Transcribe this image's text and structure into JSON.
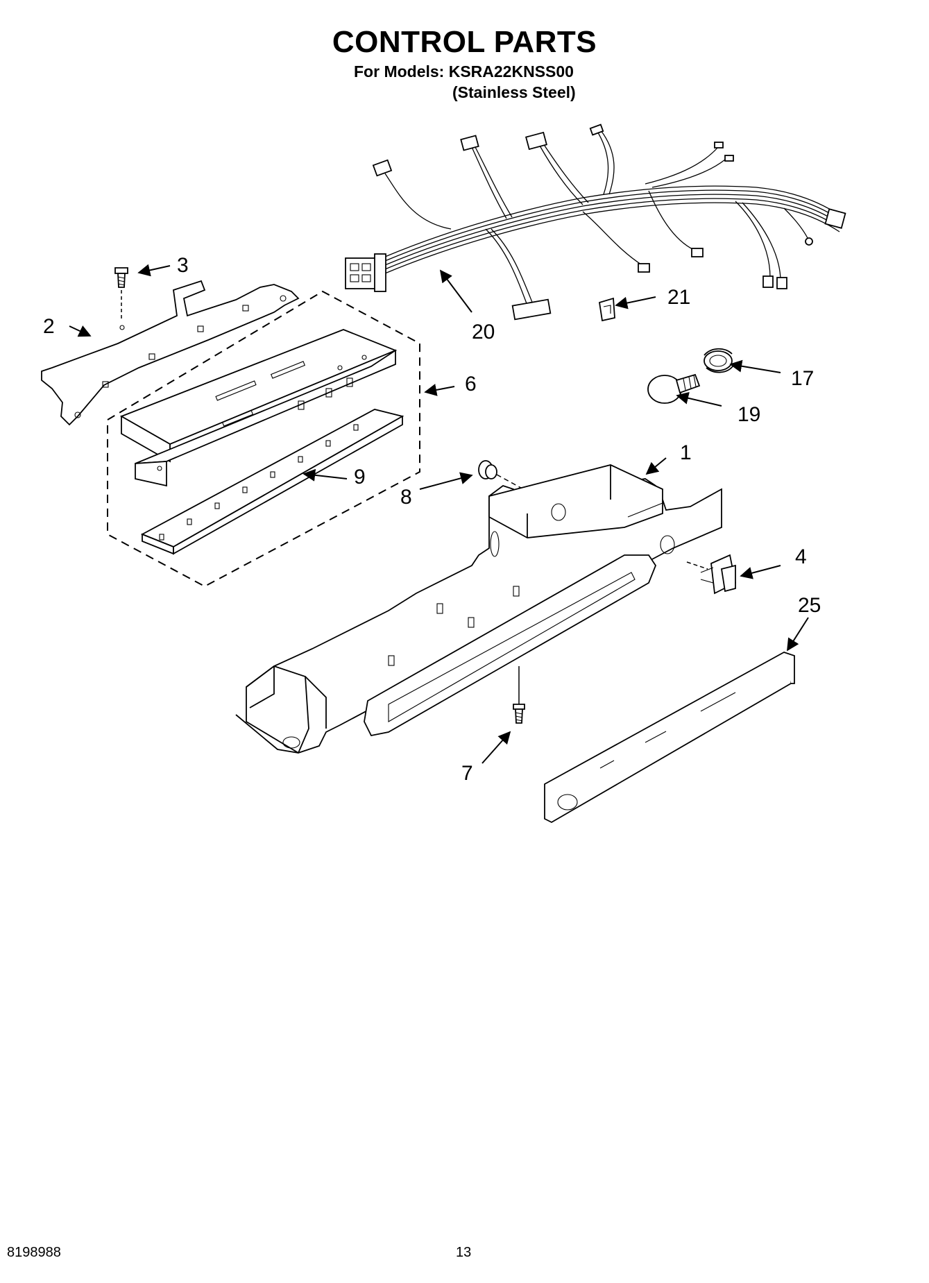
{
  "header": {
    "title": "CONTROL PARTS",
    "models_line": "For Models: KSRA22KNSS00",
    "finish_line": "(Stainless Steel)"
  },
  "callouts": {
    "c1": "1",
    "c2": "2",
    "c3": "3",
    "c4": "4",
    "c6": "6",
    "c7": "7",
    "c8": "8",
    "c9": "9",
    "c17": "17",
    "c19": "19",
    "c20": "20",
    "c21": "21",
    "c25": "25"
  },
  "footer": {
    "part_number": "8198988",
    "page_number": "13"
  }
}
